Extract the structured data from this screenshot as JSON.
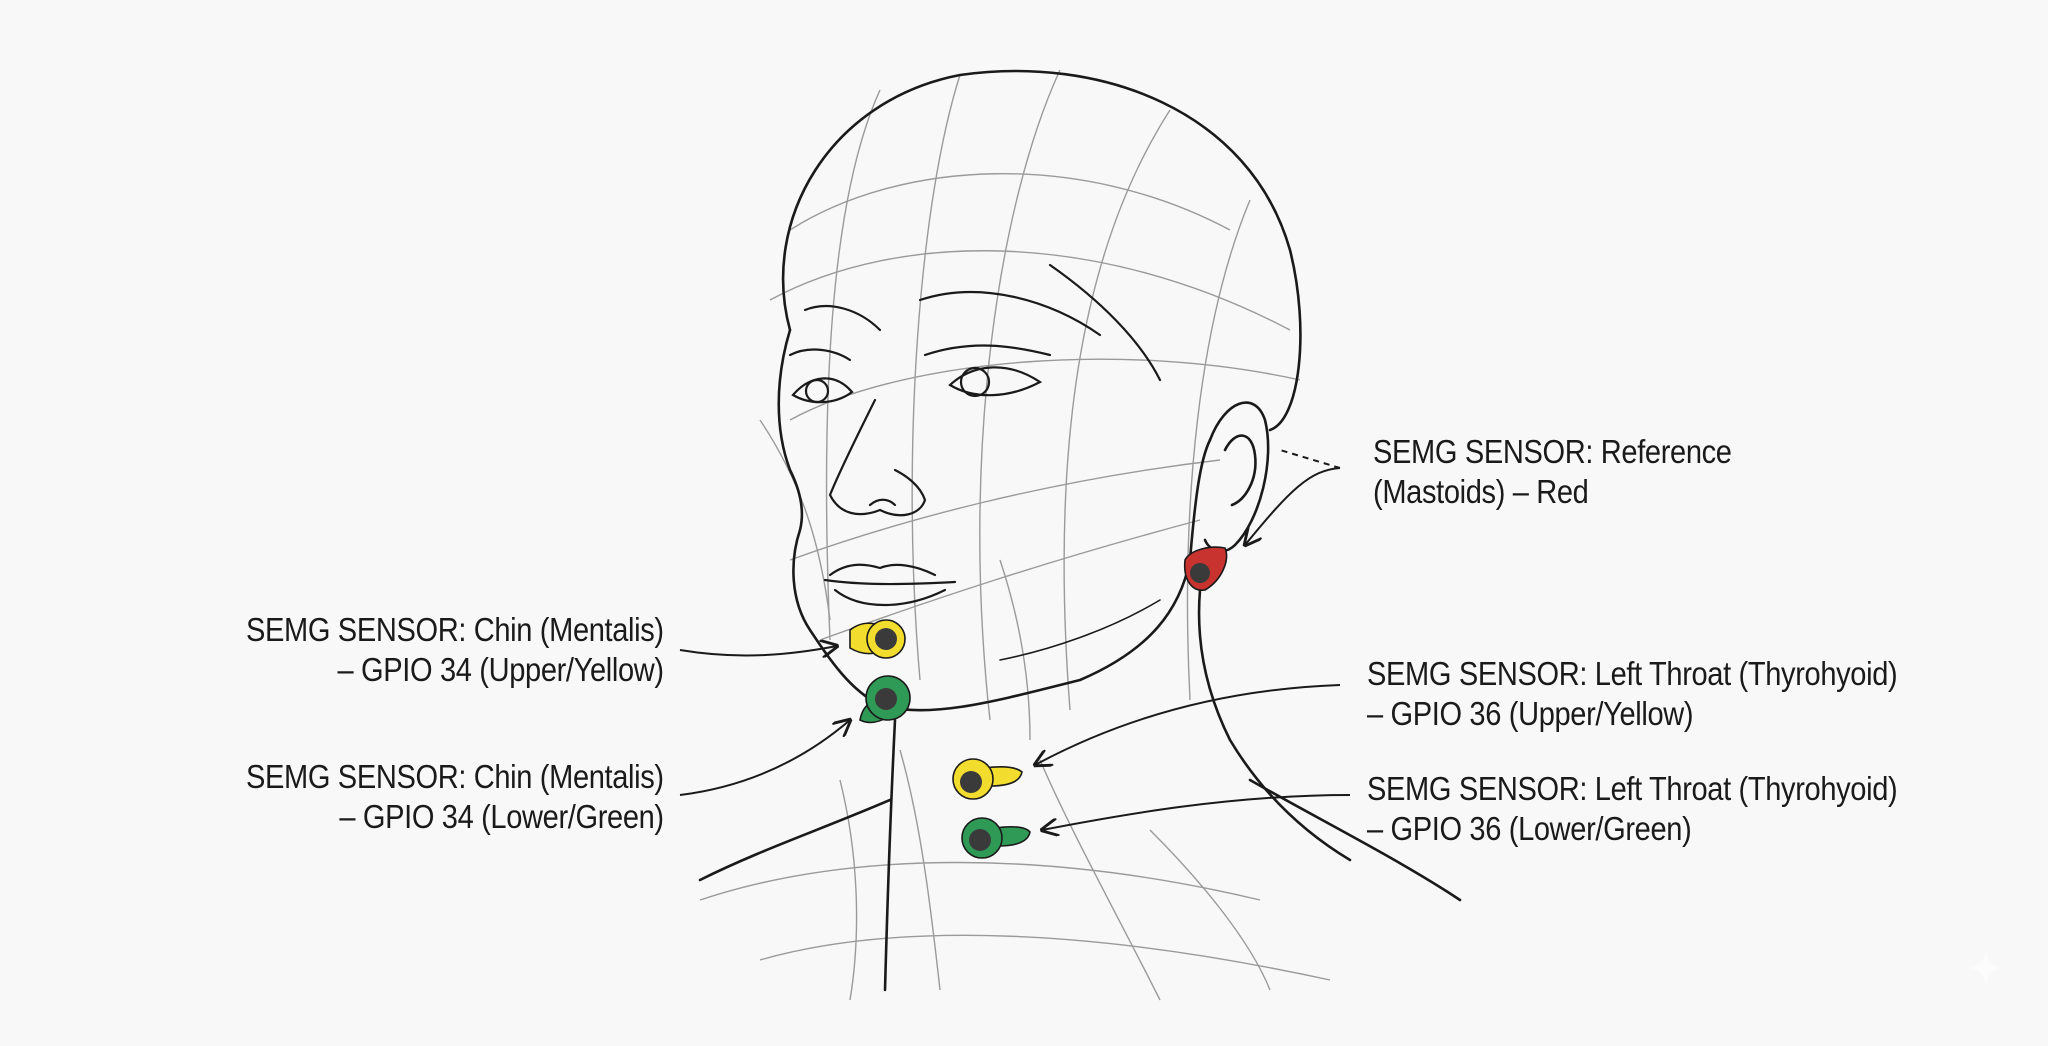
{
  "figure": {
    "subject": "Line-art head with sEMG sensor placement",
    "colors": {
      "background": "#f8f8f8",
      "line": "#1a1a1a",
      "grid": "#8a8a8a",
      "sensor_yellow": "#f2dc2e",
      "sensor_green": "#2f9a55",
      "sensor_red": "#c8332f",
      "sensor_core": "#3a3a3a"
    }
  },
  "labels": [
    {
      "id": "chin-upper",
      "line1": "SEMG SENSOR: Chin (Mentalis)",
      "line2": "– GPIO 34 (Upper/Yellow)",
      "color": "yellow"
    },
    {
      "id": "chin-lower",
      "line1": "SEMG SENSOR: Chin (Mentalis)",
      "line2": "– GPIO 34 (Lower/Green)",
      "color": "green"
    },
    {
      "id": "reference",
      "line1": "SEMG SENSOR: Reference",
      "line2": "(Mastoids) – Red",
      "color": "red"
    },
    {
      "id": "throat-upper",
      "line1": "SEMG SENSOR: Left Throat (Thyrohyoid)",
      "line2": "– GPIO 36 (Upper/Yellow)",
      "color": "yellow"
    },
    {
      "id": "throat-lower",
      "line1": "SEMG SENSOR: Left Throat (Thyrohyoid)",
      "line2": "– GPIO 36 (Lower/Green)",
      "color": "green"
    }
  ]
}
